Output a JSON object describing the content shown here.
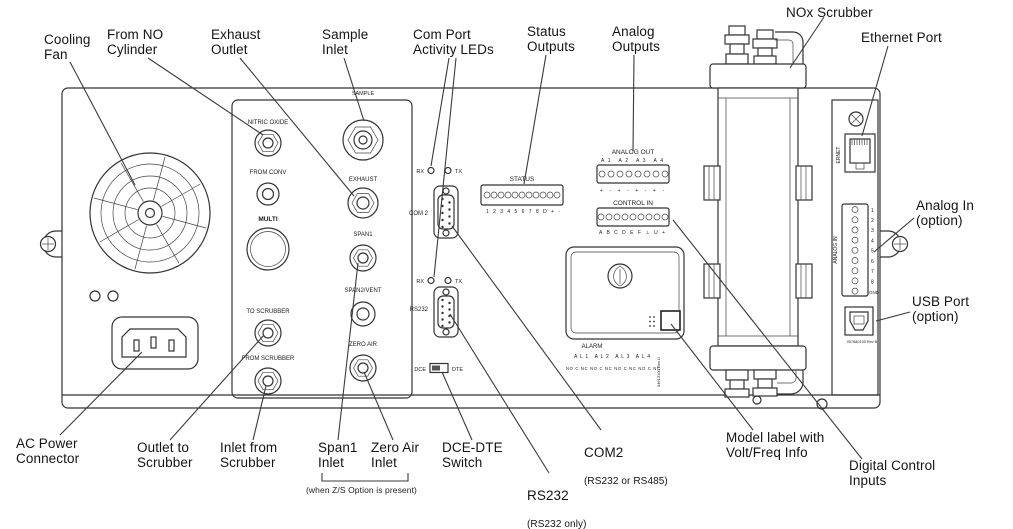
{
  "callouts": {
    "cooling_fan": "Cooling\nFan",
    "from_no_cylinder": "From NO\nCylinder",
    "exhaust_outlet": "Exhaust\nOutlet",
    "sample_inlet": "Sample\nInlet",
    "com_port_activity_leds": "Com Port\nActivity LEDs",
    "status_outputs": "Status\nOutputs",
    "analog_outputs": "Analog\nOutputs",
    "nox_scrubber": "NOx Scrubber",
    "ethernet_port": "Ethernet Port",
    "analog_in": "Analog In\n(option)",
    "usb_port": "USB Port\n(option)",
    "ac_power_connector": "AC Power\nConnector",
    "outlet_to_scrubber": "Outlet to\nScrubber",
    "inlet_from_scrubber": "Inlet from\nScrubber",
    "span1_inlet": "Span1\nInlet",
    "zero_air_inlet": "Zero Air\nInlet",
    "zs_option_note": "(when Z/S Option is present)",
    "dce_dte_switch": "DCE-DTE\nSwitch",
    "rs232_title": "RS232",
    "rs232_sub": "(RS232 only)",
    "com2_title": "COM2",
    "com2_sub": "(RS232 or RS485)",
    "model_label": "Model label with\nVolt/Freq Info",
    "digital_control_inputs": "Digital Control\nInputs"
  },
  "panel": {
    "left_ports": {
      "nitric_oxide": "NITRIC OXIDE",
      "from_conv": "FROM CONV",
      "multi": "MULTI",
      "to_scrubber": "TO SCRUBBER",
      "from_scrubber": "FROM SCRUBBER"
    },
    "mid_ports": {
      "sample": "SAMPLE",
      "exhaust": "EXHAUST",
      "span1": "SPAN1",
      "span2_vent": "SPAN2/VENT",
      "zero_air": "ZERO AIR"
    },
    "serial": {
      "com2": "COM 2",
      "rs232": "RS232",
      "rx": "RX",
      "tx": "TX",
      "dce": "DCE",
      "dte": "DTE"
    },
    "status": {
      "title": "STATUS",
      "pins": "1 2 3 4 5 6 7 8 D + -"
    },
    "analog_out": {
      "title": "ANALOG OUT",
      "channels": "A1 A2 A3 A4",
      "polarity": "+ - + - + - + -"
    },
    "control_in": {
      "title": "CONTROL IN",
      "pins": "A B C D E F ⊥ U +"
    },
    "alarm": {
      "title": "ALARM",
      "channels": "AL1 AL2 AL3 AL4",
      "contacts": "NO C NC NO C NC NO C NC NO C NC",
      "rev_note": "04613100 Rev D"
    },
    "ethernet_label": "ERNET",
    "analog_in": {
      "label": "ANALOG IN",
      "pins": [
        "1",
        "2",
        "3",
        "4",
        "5",
        "6",
        "7",
        "8",
        "GND"
      ]
    },
    "usb_rev_note": "057680100 Rev B"
  }
}
